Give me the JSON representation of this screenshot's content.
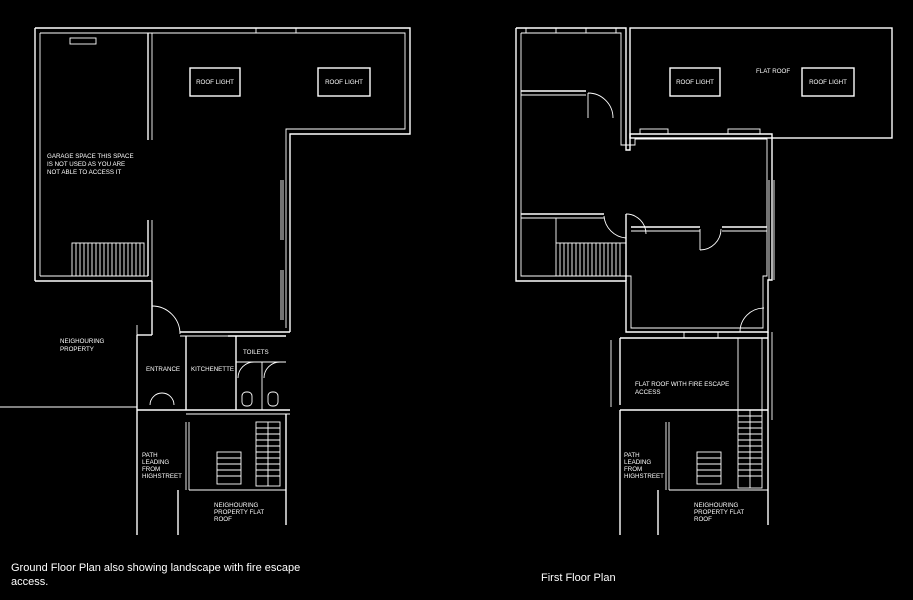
{
  "ground_floor": {
    "roof_light_1": "ROOF LIGHT",
    "roof_light_2": "ROOF LIGHT",
    "garage_line1": "GARAGE SPACE THIS SPACE",
    "garage_line2": "IS NOT USED AS YOU ARE",
    "garage_line3": "NOT ABLE TO ACCESS IT",
    "neighbour_line1": "NEIGHOURING",
    "neighbour_line2": "PROPERTY",
    "entrance": "ENTRANCE",
    "kitchenette": "KITCHENETTE",
    "toilets": "TOILETS",
    "path_line1": "PATH",
    "path_line2": "LEADING",
    "path_line3": "FROM",
    "path_line4": "HIGHSTREET",
    "flatroof_line1": "NEIGHOURING",
    "flatroof_line2": "PROPERTY FLAT",
    "flatroof_line3": "ROOF",
    "caption": "Ground Floor Plan also showing landscape with fire escape access."
  },
  "first_floor": {
    "roof_light_1": "ROOF LIGHT",
    "roof_light_2": "ROOF LIGHT",
    "flat_roof": "FLAT ROOF",
    "fire_escape_line1": "FLAT ROOF WITH FIRE ESCAPE",
    "fire_escape_line2": "ACCESS",
    "path_line1": "PATH",
    "path_line2": "LEADING",
    "path_line3": "FROM",
    "path_line4": "HIGHSTREET",
    "flatroof_line1": "NEIGHOURING",
    "flatroof_line2": "PROPERTY FLAT",
    "flatroof_line3": "ROOF",
    "caption": "First Floor Plan"
  },
  "colors": {
    "background": "#000000",
    "lines": "#ffffff"
  }
}
